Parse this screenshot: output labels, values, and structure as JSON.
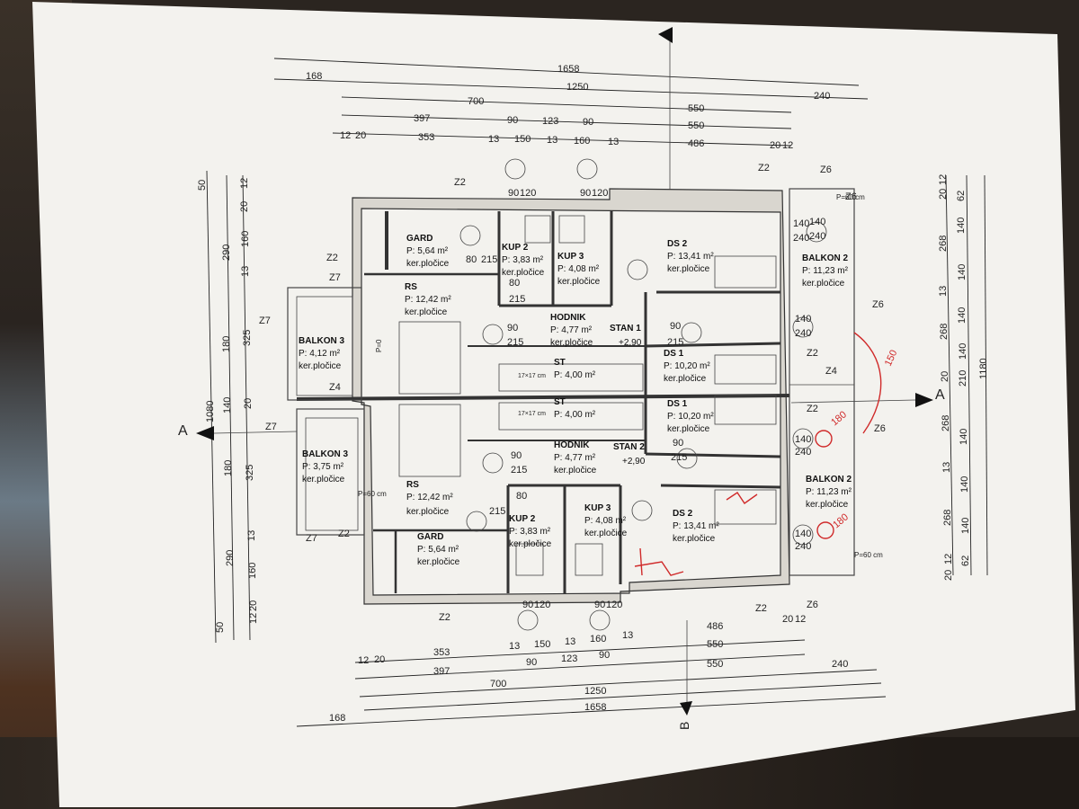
{
  "dims": {
    "top": {
      "row1": [
        "1658"
      ],
      "row2": [
        "168",
        "1250",
        "240"
      ],
      "row3": [
        "700",
        "550"
      ],
      "row4": [
        "397",
        "90",
        "123",
        "90",
        "550"
      ],
      "row5": [
        "12",
        "20",
        "353",
        "13",
        "150",
        "13",
        "160",
        "13",
        "486",
        "20",
        "12"
      ]
    },
    "bottom": {
      "row1": [
        "12",
        "20",
        "353",
        "13",
        "150",
        "13",
        "160",
        "13",
        "486",
        "20",
        "12"
      ],
      "row2": [
        "397",
        "90",
        "123",
        "90",
        "550"
      ],
      "row3": [
        "700",
        "550",
        "240"
      ],
      "row4": [
        "1250"
      ],
      "row5": [
        "168",
        "1658"
      ]
    },
    "left": [
      "50",
      "290",
      "180",
      "140",
      "180",
      "290",
      "50",
      "1080",
      "12",
      "20",
      "160",
      "13",
      "325",
      "20",
      "325",
      "13",
      "160",
      "20",
      "12"
    ],
    "right": [
      "20",
      "12",
      "62",
      "140",
      "268",
      "140",
      "13",
      "140",
      "268",
      "140",
      "210",
      "20",
      "268",
      "140",
      "13",
      "140",
      "268",
      "140",
      "62",
      "12",
      "20",
      "1180"
    ]
  },
  "section_markers": {
    "a_left": "A",
    "a_right": "A",
    "b_bottom": "B"
  },
  "rooms": [
    {
      "name": "GARD",
      "area": "P: 5,64 m²",
      "floor": "ker.pločice"
    },
    {
      "name": "KUP 2",
      "area": "P: 3,83 m²",
      "floor": "ker.pločice"
    },
    {
      "name": "KUP 3",
      "area": "P: 4,08 m²",
      "floor": "ker.pločice"
    },
    {
      "name": "DS 2",
      "area": "P: 13,41 m²",
      "floor": "ker.pločice"
    },
    {
      "name": "BALKON 2",
      "area": "P: 11,23 m²",
      "floor": "ker.pločice"
    },
    {
      "name": "RS",
      "area": "P: 12,42 m²",
      "floor": "ker.pločice"
    },
    {
      "name": "HODNIK",
      "area": "P: 4,77 m²",
      "floor": "ker.pločice"
    },
    {
      "name": "STAN 1",
      "area": "+2,90",
      "floor": ""
    },
    {
      "name": "BALKON 3",
      "area": "P: 4,12 m²",
      "floor": "ker.pločice"
    },
    {
      "name": "ST",
      "area": "P: 4,00 m²",
      "floor": ""
    },
    {
      "name": "DS 1",
      "area": "P: 10,20 m²",
      "floor": "ker.pločice"
    },
    {
      "name": "ST",
      "area": "P: 4,00 m²",
      "floor": ""
    },
    {
      "name": "DS 1",
      "area": "P: 10,20 m²",
      "floor": "ker.pločice"
    },
    {
      "name": "BALKON 3",
      "area": "P: 3,75 m²",
      "floor": "ker.pločice"
    },
    {
      "name": "HODNIK",
      "area": "P: 4,77 m²",
      "floor": "ker.pločice"
    },
    {
      "name": "STAN 2",
      "area": "+2,90",
      "floor": ""
    },
    {
      "name": "RS",
      "area": "P: 12,42 m²",
      "floor": "ker.pločice"
    },
    {
      "name": "BALKON 2",
      "area": "P: 11,23 m²",
      "floor": "ker.pločice"
    },
    {
      "name": "KUP 2",
      "area": "P: 3,83 m²",
      "floor": "ker.pločice"
    },
    {
      "name": "KUP 3",
      "area": "P: 4,08 m²",
      "floor": "ker.pločice"
    },
    {
      "name": "DS 2",
      "area": "P: 13,41 m²",
      "floor": "ker.pločice"
    },
    {
      "name": "GARD",
      "area": "P: 5,64 m²",
      "floor": "ker.pločice"
    }
  ],
  "wall_tags": [
    "Z2",
    "Z2",
    "Z2",
    "Z6",
    "Z7",
    "Z7",
    "Z4",
    "Z7",
    "Z7",
    "Z2",
    "Z2",
    "Z2",
    "Z6",
    "Z6",
    "Z2",
    "Z4",
    "Z2",
    "Z6",
    "Z6"
  ],
  "openings": [
    "90",
    "120",
    "90",
    "120",
    "80",
    "215",
    "80",
    "215",
    "140",
    "240",
    "90",
    "215",
    "90",
    "215",
    "140",
    "240",
    "140",
    "240",
    "140",
    "240",
    "90",
    "215",
    "90",
    "215",
    "80",
    "215",
    "90",
    "120",
    "90",
    "120",
    "140",
    "240"
  ],
  "annotations": {
    "red_1": "150",
    "red_2": "180",
    "red_3": "180",
    "stair_1": "17×17 cm",
    "stair_2": "17×17 cm",
    "p60_a": "P=60 cm",
    "p60_b": "P=60 cm",
    "p60_c": "P=60 cm",
    "p40": "P=0"
  }
}
